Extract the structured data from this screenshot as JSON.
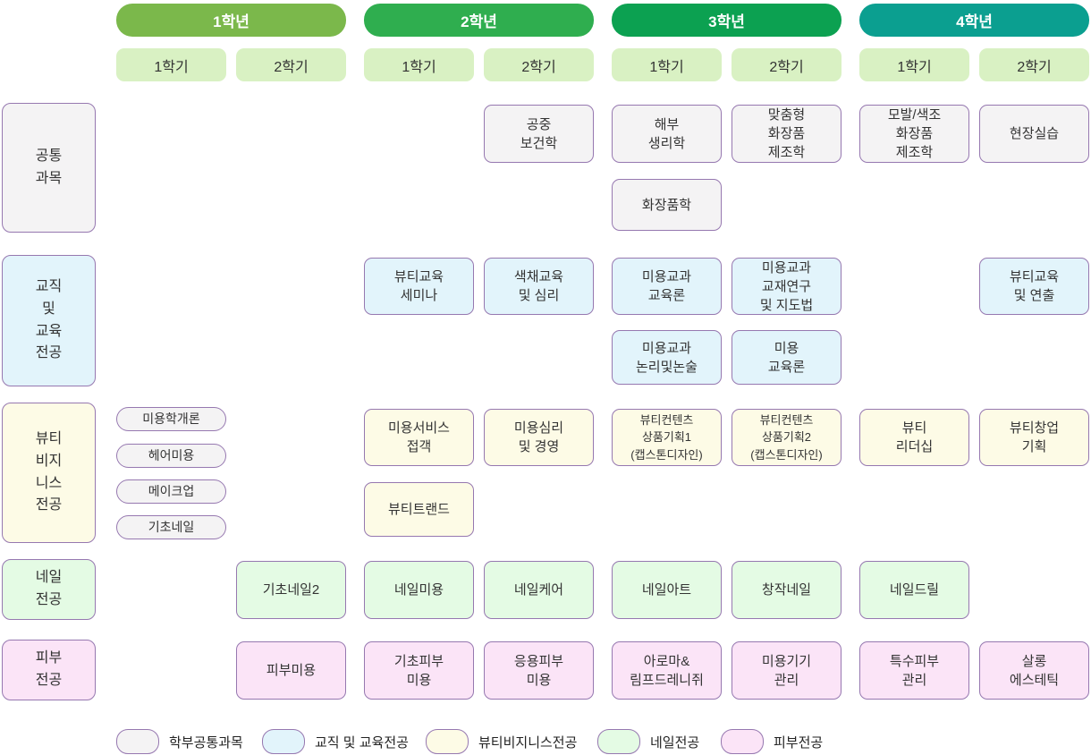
{
  "header": {
    "years": [
      {
        "label": "1학년",
        "color": "#7bb84b"
      },
      {
        "label": "2학년",
        "color": "#2fae4f"
      },
      {
        "label": "3학년",
        "color": "#0ca151"
      },
      {
        "label": "4학년",
        "color": "#0b9f90"
      }
    ],
    "semester_labels": [
      "1학기",
      "2학기"
    ]
  },
  "categories": {
    "common": {
      "label": "학부공통과목",
      "bg": "#f4f3f4"
    },
    "edu": {
      "label": "교직 및 교육전공",
      "bg": "#e2f4fb"
    },
    "biz": {
      "label": "뷰티비지니스전공",
      "bg": "#fdfbe6"
    },
    "nail": {
      "label": "네일전공",
      "bg": "#e4fbe4"
    },
    "skin": {
      "label": "피부전공",
      "bg": "#fbe4f7"
    }
  },
  "bands": [
    {
      "key": "common",
      "label": "공통\n과목"
    },
    {
      "key": "edu",
      "label": "교직\n및\n교육\n전공"
    },
    {
      "key": "biz",
      "label": "뷰티\n비지\n니스\n전공"
    },
    {
      "key": "nail",
      "label": "네일\n전공"
    },
    {
      "key": "skin",
      "label": "피부\n전공"
    }
  ],
  "courses": [
    {
      "title": "공중\n보건학",
      "category": "common",
      "year": 2,
      "semester": 2,
      "slot": "common1"
    },
    {
      "title": "해부\n생리학",
      "category": "common",
      "year": 3,
      "semester": 1,
      "slot": "common1"
    },
    {
      "title": "맞춤형\n화장품\n제조학",
      "category": "common",
      "year": 3,
      "semester": 2,
      "slot": "common1"
    },
    {
      "title": "모발/색조\n화장품\n제조학",
      "category": "common",
      "year": 4,
      "semester": 1,
      "slot": "common1"
    },
    {
      "title": "현장실습",
      "category": "common",
      "year": 4,
      "semester": 2,
      "slot": "common1"
    },
    {
      "title": "화장품학",
      "category": "common",
      "year": 3,
      "semester": 1,
      "slot": "common2"
    },
    {
      "title": "뷰티교육\n세미나",
      "category": "edu",
      "year": 2,
      "semester": 1,
      "slot": "edu1"
    },
    {
      "title": "색채교육\n및 심리",
      "category": "edu",
      "year": 2,
      "semester": 2,
      "slot": "edu1"
    },
    {
      "title": "미용교과\n교육론",
      "category": "edu",
      "year": 3,
      "semester": 1,
      "slot": "edu1"
    },
    {
      "title": "미용교과\n교재연구\n및 지도법",
      "category": "edu",
      "year": 3,
      "semester": 2,
      "slot": "edu1"
    },
    {
      "title": "뷰티교육\n및 연출",
      "category": "edu",
      "year": 4,
      "semester": 2,
      "slot": "edu1"
    },
    {
      "title": "미용교과\n논리및논술",
      "category": "edu",
      "year": 3,
      "semester": 1,
      "slot": "edu2"
    },
    {
      "title": "미용\n교육론",
      "category": "edu",
      "year": 3,
      "semester": 2,
      "slot": "edu2"
    },
    {
      "title": "미용학개론",
      "category": "common",
      "year": 1,
      "semester": 1,
      "slot": "pill1"
    },
    {
      "title": "헤어미용",
      "category": "common",
      "year": 1,
      "semester": 1,
      "slot": "pill2"
    },
    {
      "title": "메이크업",
      "category": "common",
      "year": 1,
      "semester": 1,
      "slot": "pill3"
    },
    {
      "title": "기초네일",
      "category": "common",
      "year": 1,
      "semester": 1,
      "slot": "pill4"
    },
    {
      "title": "미용서비스\n접객",
      "category": "biz",
      "year": 2,
      "semester": 1,
      "slot": "biz1"
    },
    {
      "title": "미용심리\n및 경영",
      "category": "biz",
      "year": 2,
      "semester": 2,
      "slot": "biz1"
    },
    {
      "title": "뷰티컨텐츠\n상품기획1\n(캡스톤디자인)",
      "category": "biz",
      "year": 3,
      "semester": 1,
      "slot": "biz1"
    },
    {
      "title": "뷰티컨텐츠\n상품기획2\n(캡스톤디자인)",
      "category": "biz",
      "year": 3,
      "semester": 2,
      "slot": "biz1"
    },
    {
      "title": "뷰티\n리더십",
      "category": "biz",
      "year": 4,
      "semester": 1,
      "slot": "biz1"
    },
    {
      "title": "뷰티창업\n기획",
      "category": "biz",
      "year": 4,
      "semester": 2,
      "slot": "biz1"
    },
    {
      "title": "뷰티트랜드",
      "category": "biz",
      "year": 2,
      "semester": 1,
      "slot": "biz2"
    },
    {
      "title": "기초네일2",
      "category": "nail",
      "year": 1,
      "semester": 2,
      "slot": "nail1"
    },
    {
      "title": "네일미용",
      "category": "nail",
      "year": 2,
      "semester": 1,
      "slot": "nail1"
    },
    {
      "title": "네일케어",
      "category": "nail",
      "year": 2,
      "semester": 2,
      "slot": "nail1"
    },
    {
      "title": "네일아트",
      "category": "nail",
      "year": 3,
      "semester": 1,
      "slot": "nail1"
    },
    {
      "title": "창작네일",
      "category": "nail",
      "year": 3,
      "semester": 2,
      "slot": "nail1"
    },
    {
      "title": "네일드릴",
      "category": "nail",
      "year": 4,
      "semester": 1,
      "slot": "nail1"
    },
    {
      "title": "피부미용",
      "category": "skin",
      "year": 1,
      "semester": 2,
      "slot": "skin1"
    },
    {
      "title": "기초피부\n미용",
      "category": "skin",
      "year": 2,
      "semester": 1,
      "slot": "skin1"
    },
    {
      "title": "응용피부\n미용",
      "category": "skin",
      "year": 2,
      "semester": 2,
      "slot": "skin1"
    },
    {
      "title": "아로마&\n림프드레니쥐",
      "category": "skin",
      "year": 3,
      "semester": 1,
      "slot": "skin1"
    },
    {
      "title": "미용기기\n관리",
      "category": "skin",
      "year": 3,
      "semester": 2,
      "slot": "skin1"
    },
    {
      "title": "특수피부\n관리",
      "category": "skin",
      "year": 4,
      "semester": 1,
      "slot": "skin1"
    },
    {
      "title": "살롱\n에스테틱",
      "category": "skin",
      "year": 4,
      "semester": 2,
      "slot": "skin1"
    }
  ],
  "legend": [
    {
      "category": "common",
      "label": "학부공통과목"
    },
    {
      "category": "edu",
      "label": "교직 및 교육전공"
    },
    {
      "category": "biz",
      "label": "뷰티비지니스전공"
    },
    {
      "category": "nail",
      "label": "네일전공"
    },
    {
      "category": "skin",
      "label": "피부전공"
    }
  ],
  "border_color": "#9678b0"
}
